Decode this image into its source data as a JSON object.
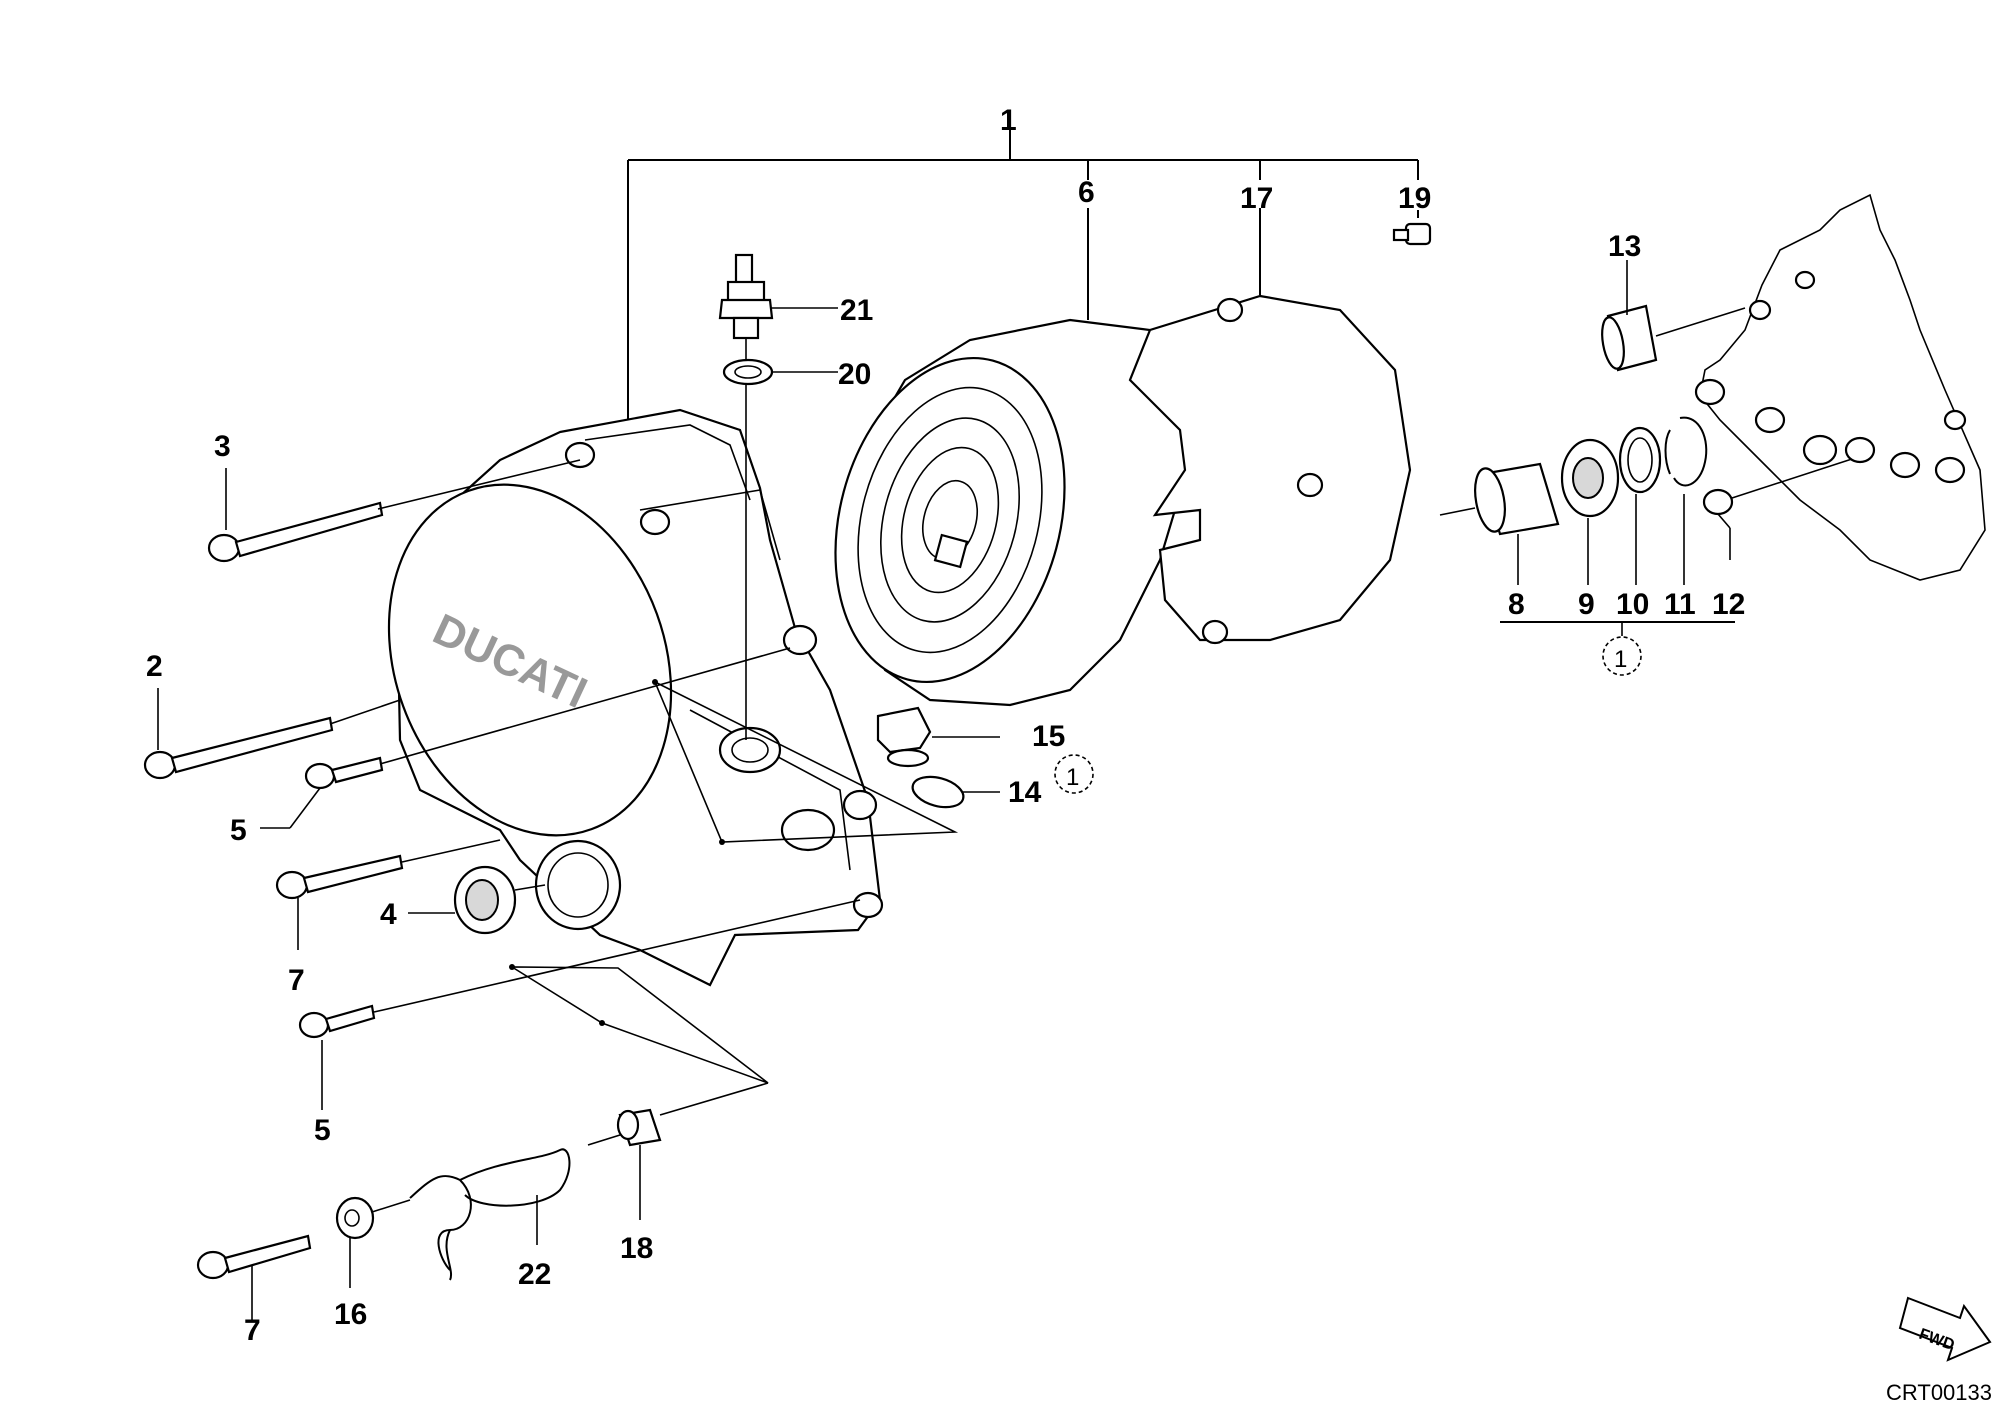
{
  "drawing_code": "CRT00133",
  "direction_badge": "FWD",
  "kit_marker": "1",
  "labels": {
    "l1": "1",
    "l2": "2",
    "l3": "3",
    "l4": "4",
    "l5a": "5",
    "l5b": "5",
    "l6": "6",
    "l7a": "7",
    "l7b": "7",
    "l8": "8",
    "l9": "9",
    "l10": "10",
    "l11": "11",
    "l12": "12",
    "l13": "13",
    "l14": "14",
    "l15": "15",
    "l16": "16",
    "l17": "17",
    "l18": "18",
    "l19": "19",
    "l20": "20",
    "l21": "21",
    "l22": "22"
  },
  "cover_logo": "DUCATI"
}
